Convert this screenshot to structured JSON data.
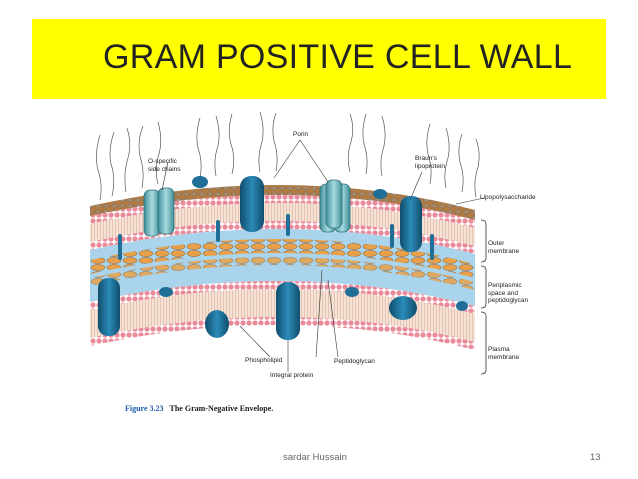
{
  "slide": {
    "title": "GRAM POSITIVE CELL WALL",
    "author": "sardar Hussain",
    "page_number": "13",
    "accent_color": "#ffff00"
  },
  "figure": {
    "labels": {
      "o_specific": "O-specific\nside chains",
      "porin": "Porin",
      "brauns": "Braun's\nlipoprotein",
      "lps": "Lipopolysaccharide",
      "outer": "Outer\nmembrane",
      "periplasmic": "Periplasmic\nspace and\npeptidoglycan",
      "plasma": "Plasma\nmembrane",
      "phospholipid": "Phospholipid",
      "integral": "Integral protein",
      "peptidoglycan": "Peptidoglycan"
    },
    "caption_number": "Figure 3.23",
    "caption_text": "The Gram-Negative Envelope.",
    "colors": {
      "membrane_band": "#f3d7c7",
      "phospholipid_head": "#e9899a",
      "periplasm": "#a9d4ec",
      "peptidoglycan": "#e8a14a",
      "protein": "#1f6f96",
      "lps_core": "#b27a3e"
    }
  }
}
